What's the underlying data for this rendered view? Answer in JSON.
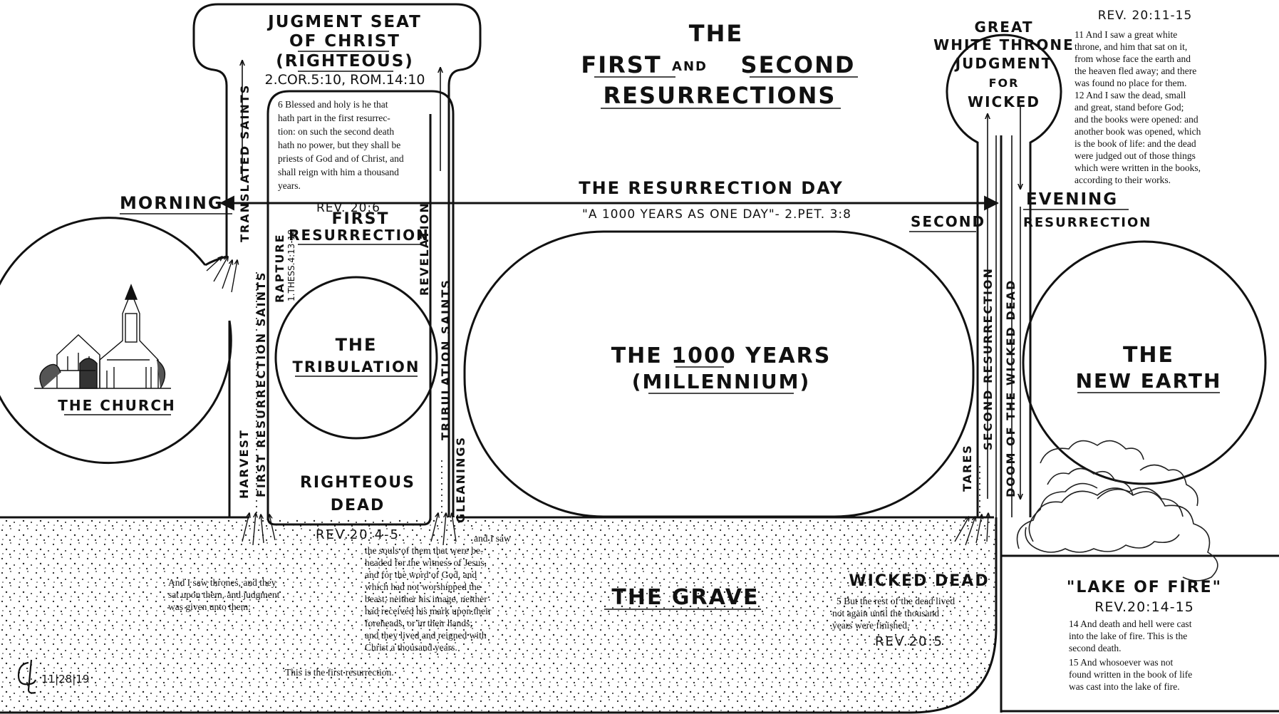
{
  "title": {
    "line1": "THE",
    "line2_a": "FIRST",
    "line2_b": "AND",
    "line2_c": "SECOND",
    "line3": "RESURRECTIONS"
  },
  "judgment_seat": {
    "line1": "JUGMENT SEAT",
    "line2": "OF CHRIST",
    "line3": "(RIGHTEOUS)",
    "ref": "2.COR.5:10, ROM.14:10"
  },
  "white_throne": {
    "line1": "GREAT",
    "line2": "WHITE THRONE",
    "line3": "JUDGMENT",
    "line4": "FOR",
    "line5": "WICKED"
  },
  "rev20_11": {
    "ref": "REV. 20:11-15",
    "lines": [
      "11 And I saw a great white",
      "throne, and him that sat on it,",
      "from whose face the earth and",
      "the heaven fled away; and there",
      "was found no place for them.",
      "12 And I saw the dead, small",
      "and great, stand before God;",
      "and the books were opened: and",
      "another book was opened, which",
      "is the book of life: and the dead",
      "were judged out of those things",
      "which were written in the books,",
      "according to their works."
    ]
  },
  "rev20_6": {
    "lines": [
      "6 Blessed and holy is he that",
      "hath part in the first resurrec-",
      "tion: on such the second death",
      "hath no power, but they shall be",
      "priests of God and of Christ, and",
      "shall reign with him a thousand",
      "years."
    ],
    "ref": "REV. 20:6"
  },
  "labels": {
    "morning": "MORNING",
    "evening": "EVENING",
    "evening_resurrection": "RESURRECTION",
    "second": "SECOND",
    "resurrection_day": "THE RESURRECTION DAY",
    "one_day": "\"A 1000 YEARS AS ONE DAY\"- 2.PET. 3:8",
    "first_resurrection_1": "FIRST",
    "first_resurrection_2": "RESURRECTION",
    "tribulation_1": "THE",
    "tribulation_2": "TRIBULATION",
    "church": "THE CHURCH",
    "righteous_dead_1": "RIGHTEOUS",
    "righteous_dead_2": "DEAD",
    "millennium_1": "THE 1000 YEARS",
    "millennium_2": "(MILLENNIUM)",
    "new_earth_1": "THE",
    "new_earth_2": "NEW EARTH",
    "lake_of_fire": "\"LAKE OF FIRE\"",
    "lake_ref": "REV.20:14-15",
    "grave": "THE GRAVE",
    "wicked_dead": "WICKED DEAD",
    "rev20_4": "REV.20:4-5",
    "rev20_5": "REV.20:5",
    "signature_date": "11|28|19"
  },
  "vertical_labels": {
    "translated_saints": "TRANSLATED SAINTS",
    "first_resurrection_saints": "FIRST RESURRECTION SAINTS",
    "harvest": "HARVEST",
    "rapture": "RAPTURE",
    "thess": "1.THESS.4:13-18",
    "revelation": "REVELATION",
    "tribulation_saints": "TRIBULATION SAINTS",
    "gleanings": "GLEANINGS",
    "tares": "TARES",
    "second_resurrection": "SECOND RESURRECTION",
    "doom": "DOOM OF THE WICKED DEAD"
  },
  "thrones_text": [
    "And I saw thrones, and they",
    "sat upon them, and judgment",
    "was given unto them:"
  ],
  "souls_text": [
    "and I saw",
    "the souls of them that were be-",
    "headed for the witness of Jesus,",
    "and for the word of God, and",
    "which had not worshipped the",
    "beast, neither his image, neither",
    "had received his mark upon their",
    "foreheads, or in their hands;",
    "and they lived and reigned with",
    "Christ a thousand years."
  ],
  "first_res_text": "This is the first resurrection.",
  "rest_of_dead": [
    "5 But the rest of the dead lived",
    "not again until the thousand",
    "years were finished."
  ],
  "rev20_14": [
    "14 And death and hell were cast",
    "into the lake of fire.  This is the",
    "second death.",
    "15 And whosoever was not",
    "found written in the book of life",
    "was cast into the lake of fire."
  ]
}
